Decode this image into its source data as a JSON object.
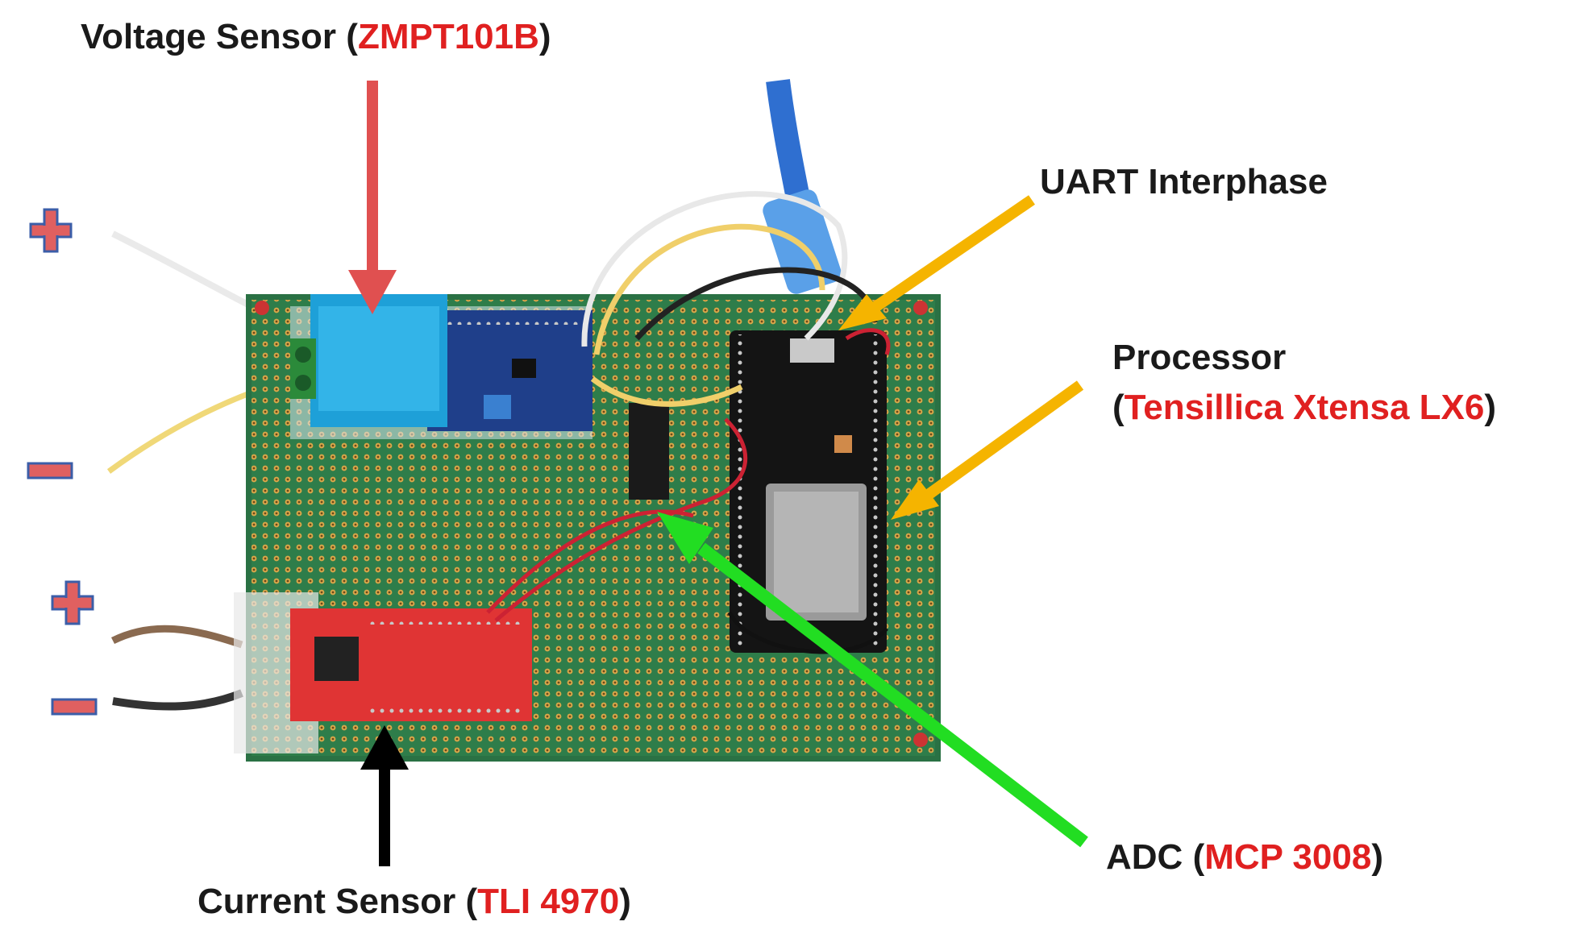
{
  "labels": {
    "voltage": {
      "name": "Voltage Sensor ",
      "open": "(",
      "part": "ZMPT101B",
      "close": ")"
    },
    "uart": {
      "name": "UART Interphase"
    },
    "processor": {
      "name": "Processor",
      "open": "(",
      "part": "Tensillica Xtensa LX6",
      "close": ")"
    },
    "adc": {
      "name": "ADC ",
      "open": "(",
      "part": "MCP 3008",
      "close": ")"
    },
    "current": {
      "name": "Current Sensor ",
      "open": "(",
      "part": "TLI 4970",
      "close": ")"
    }
  },
  "terminals": {
    "plus_symbol": "+",
    "minus_symbol": "−"
  },
  "colors": {
    "pcb": "#2e7d4a",
    "arrow_voltage": "#e05050",
    "arrow_uart": "#f5b400",
    "arrow_processor": "#f5b400",
    "arrow_adc": "#22dd22",
    "arrow_current": "#000000",
    "label_highlight": "#e02020",
    "terminal_sign": "#e06060"
  },
  "icons": {
    "voltage_sensor": "zmpt101b-module",
    "processor": "esp32-board",
    "current_sensor": "tli4970-breakout",
    "adc": "dip-chip"
  }
}
